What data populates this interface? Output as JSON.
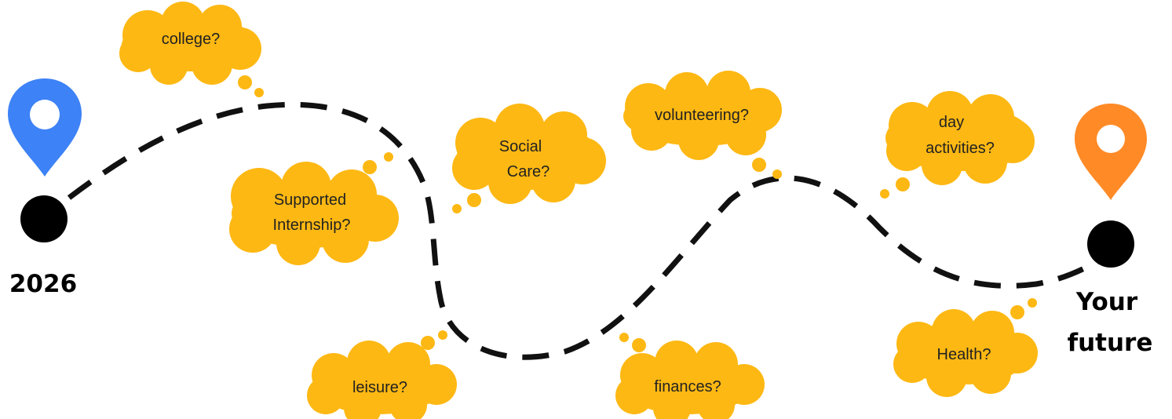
{
  "colors": {
    "cloud": "#FDB813",
    "path": "#111111",
    "start_pin": "#3D82F6",
    "end_pin": "#FF8A26",
    "node": "#000000"
  },
  "start": {
    "label": "2026",
    "icon": "map-pin-icon"
  },
  "end": {
    "label_line1": "Your",
    "label_line2": "future",
    "icon": "map-pin-icon"
  },
  "clouds": {
    "college": {
      "lines": [
        "college?"
      ]
    },
    "supported_internship": {
      "lines": [
        "Supported",
        "Internship?"
      ]
    },
    "social_care": {
      "lines": [
        "Social",
        "Care?"
      ]
    },
    "volunteering": {
      "lines": [
        "volunteering?"
      ]
    },
    "day_activities": {
      "lines": [
        "day",
        "activities?"
      ]
    },
    "leisure": {
      "lines": [
        "leisure?"
      ]
    },
    "finances": {
      "lines": [
        "finances?"
      ]
    },
    "health": {
      "lines": [
        "Health?"
      ]
    }
  }
}
